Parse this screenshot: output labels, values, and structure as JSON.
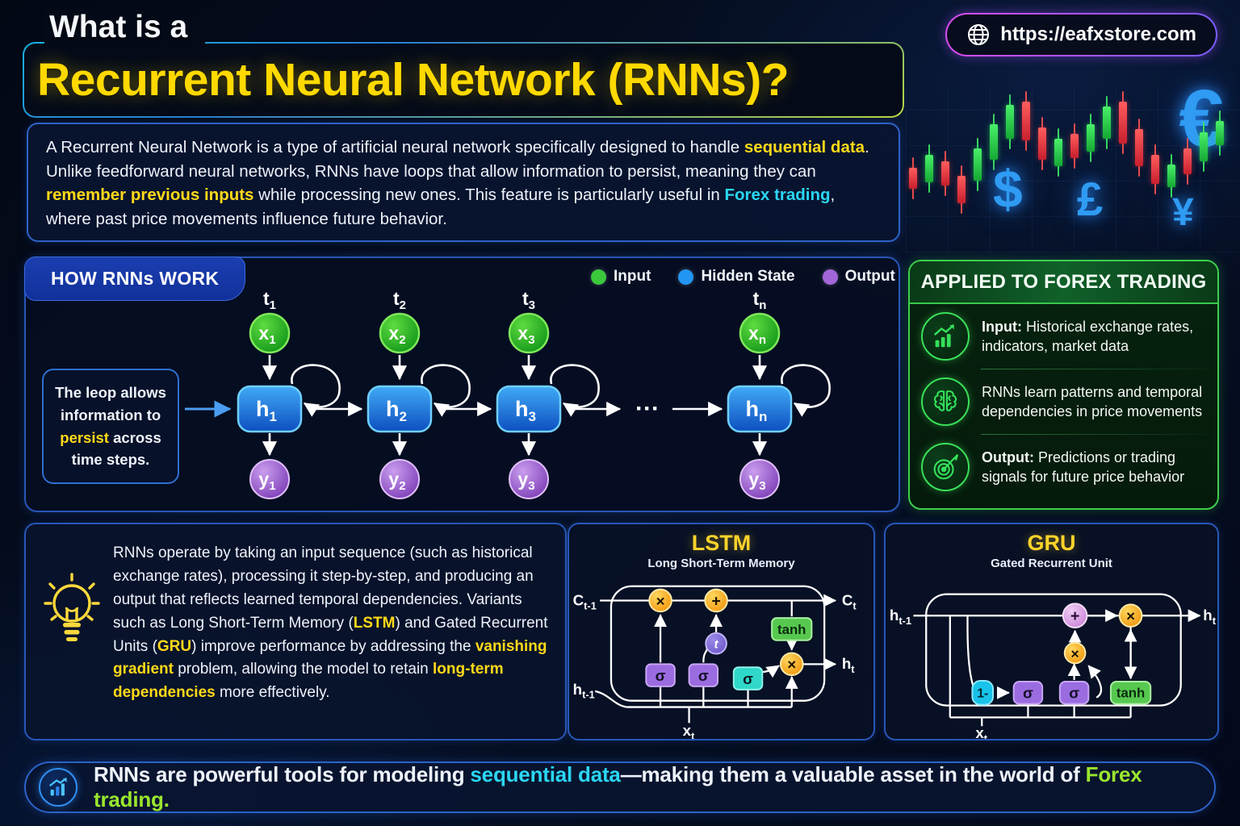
{
  "header": {
    "pretitle": "What is a",
    "title": "Recurrent Neural Network (RNNs)?",
    "url_label": "https://eafxstore.com"
  },
  "intro": {
    "segments": [
      {
        "t": "A Recurrent Neural Network is a type of artificial neural network specifically designed to handle ",
        "c": "white"
      },
      {
        "t": "sequential data",
        "c": "yellow"
      },
      {
        "t": ". Unlike feedforward neural networks, RNNs have loops that allow information to persist, meaning they can ",
        "c": "white"
      },
      {
        "t": "remember previous inputs",
        "c": "yellow"
      },
      {
        "t": " while processing new ones. This feature is particularly useful in ",
        "c": "white"
      },
      {
        "t": "Forex trading",
        "c": "cyan"
      },
      {
        "t": ", where past price movements influence future behavior.",
        "c": "white"
      }
    ]
  },
  "decor": {
    "currency_symbols": {
      "euro": "€",
      "dollar": "$",
      "pound": "£",
      "yen": "¥"
    },
    "candles": [
      [
        4,
        100,
        26,
        "r"
      ],
      [
        24,
        84,
        34,
        "g"
      ],
      [
        44,
        92,
        30,
        "r"
      ],
      [
        64,
        110,
        34,
        "r"
      ],
      [
        84,
        76,
        40,
        "g"
      ],
      [
        104,
        46,
        44,
        "g"
      ],
      [
        124,
        22,
        42,
        "g"
      ],
      [
        144,
        18,
        48,
        "r"
      ],
      [
        164,
        50,
        40,
        "r"
      ],
      [
        184,
        64,
        34,
        "g"
      ],
      [
        204,
        58,
        30,
        "r"
      ],
      [
        224,
        46,
        34,
        "g"
      ],
      [
        244,
        24,
        40,
        "g"
      ],
      [
        264,
        18,
        52,
        "r"
      ],
      [
        284,
        52,
        46,
        "r"
      ],
      [
        304,
        84,
        36,
        "r"
      ],
      [
        324,
        96,
        28,
        "g"
      ],
      [
        344,
        76,
        32,
        "r"
      ],
      [
        364,
        56,
        36,
        "g"
      ],
      [
        384,
        42,
        30,
        "g"
      ]
    ]
  },
  "how_it_works": {
    "heading": "HOW RNNs WORK",
    "legend": [
      {
        "label": "Input",
        "color": "#3bc83b"
      },
      {
        "label": "Hidden State",
        "color": "#2196f3"
      },
      {
        "label": "Output",
        "color": "#a266d8"
      }
    ],
    "note": {
      "segments": [
        {
          "t": "The leop allows information to ",
          "c": "white"
        },
        {
          "t": "persist",
          "c": "yellow"
        },
        {
          "t": " across time steps.",
          "c": "white"
        }
      ]
    },
    "ellipsis": "···",
    "units": [
      {
        "time": {
          "b": "t",
          "s": "1"
        },
        "input": {
          "b": "x",
          "s": "1"
        },
        "hidden": {
          "b": "h",
          "s": "1"
        },
        "output": {
          "b": "y",
          "s": "1"
        }
      },
      {
        "time": {
          "b": "t",
          "s": "2"
        },
        "input": {
          "b": "x",
          "s": "2"
        },
        "hidden": {
          "b": "h",
          "s": "2"
        },
        "output": {
          "b": "y",
          "s": "2"
        }
      },
      {
        "time": {
          "b": "t",
          "s": "3"
        },
        "input": {
          "b": "x",
          "s": "3"
        },
        "hidden": {
          "b": "h",
          "s": "3"
        },
        "output": {
          "b": "y",
          "s": "3"
        }
      },
      {
        "time": {
          "b": "t",
          "s": "n"
        },
        "input": {
          "b": "x",
          "s": "n"
        },
        "hidden": {
          "b": "h",
          "s": "n"
        },
        "output": {
          "b": "y",
          "s": "3"
        }
      }
    ]
  },
  "forex_panel": {
    "heading": "APPLIED TO FOREX TRADING",
    "items": [
      {
        "icon": "growth-chart-icon",
        "lead": "Input:",
        "text": " Historical exchange rates, indicators, market data"
      },
      {
        "icon": "brain-icon",
        "lead": "",
        "text": "RNNs learn patterns and temporal dependencies in price movements"
      },
      {
        "icon": "target-icon",
        "lead": "Output:",
        "text": " Predictions or trading signals for future price behavior"
      }
    ]
  },
  "operation": {
    "segments": [
      {
        "t": "RNNs operate by taking an input sequence (such as historical exchange rates), processing it step-by-step, and producing an output that reflects learned temporal dependencies. Variants such as Long Short-Term Memory (",
        "c": "white"
      },
      {
        "t": "LSTM",
        "c": "yellow"
      },
      {
        "t": ") and Gated Recurrent Units (",
        "c": "white"
      },
      {
        "t": "GRU",
        "c": "yellow"
      },
      {
        "t": ") improve performance by addressing the ",
        "c": "white"
      },
      {
        "t": "vanishing gradient",
        "c": "yellow"
      },
      {
        "t": " problem, allowing the model to retain ",
        "c": "white"
      },
      {
        "t": "long-term dependencies",
        "c": "yellow"
      },
      {
        "t": " more effectively.",
        "c": "white"
      }
    ]
  },
  "lstm": {
    "title": "LSTM",
    "subtitle": "Long Short-Term Memory",
    "labels": {
      "c_prev": {
        "b": "C",
        "s": "t-1"
      },
      "c_next": {
        "b": "C",
        "s": "t"
      },
      "h_prev": {
        "b": "h",
        "s": "t-1"
      },
      "h_next": {
        "b": "h",
        "s": "t"
      },
      "x_in": {
        "b": "x",
        "s": "t"
      }
    },
    "nodes": {
      "mult_left": "×",
      "add": "+",
      "tanh_candidate": "t",
      "sigma1": "σ",
      "sigma2": "σ",
      "sigma3": "σ",
      "tanh": "tanh",
      "mult_right": "×"
    }
  },
  "gru": {
    "title": "GRU",
    "subtitle": "Gated Recurrent Unit",
    "labels": {
      "h_prev": {
        "b": "h",
        "s": "t-1"
      },
      "h_next": {
        "b": "h",
        "s": "t"
      },
      "x_in": {
        "b": "x",
        "s": "t"
      }
    },
    "nodes": {
      "add": "+",
      "mult_top": "×",
      "mult_mid": "×",
      "one_minus": "1-",
      "sigma1": "σ",
      "sigma2": "σ",
      "tanh": "tanh"
    }
  },
  "footer": {
    "segments": [
      {
        "t": "RNNs are powerful tools for modeling ",
        "c": "white"
      },
      {
        "t": "sequential data",
        "c": "cyan"
      },
      {
        "t": "—making them a valuable asset in the world of ",
        "c": "white"
      },
      {
        "t": "Forex trading.",
        "c": "green"
      }
    ]
  }
}
